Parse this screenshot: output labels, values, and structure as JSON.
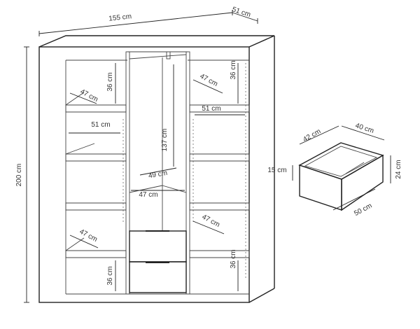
{
  "wardrobe": {
    "width": "155 cm",
    "depth": "51 cm",
    "height": "200 cm",
    "left_top_shelf_height": "36 cm",
    "left_shelf_depth": "47 cm",
    "left_inner_depth": "51 cm",
    "middle_height": "137 cm",
    "middle_depth": "49 cm",
    "middle_width": "47 cm",
    "right_top_shelf_height": "36 cm",
    "right_shelf_depth": "47 cm",
    "right_inner_depth": "51 cm",
    "right_lower_shelf_depth": "47 cm",
    "left_lower_shelf_depth": "47 cm",
    "left_bottom_height": "36 cm",
    "right_bottom_height": "36 cm"
  },
  "drawer": {
    "depth_label": "42 cm",
    "width_label": "40 cm",
    "front_height": "15 cm",
    "total_height": "24 cm",
    "length": "50 cm"
  }
}
